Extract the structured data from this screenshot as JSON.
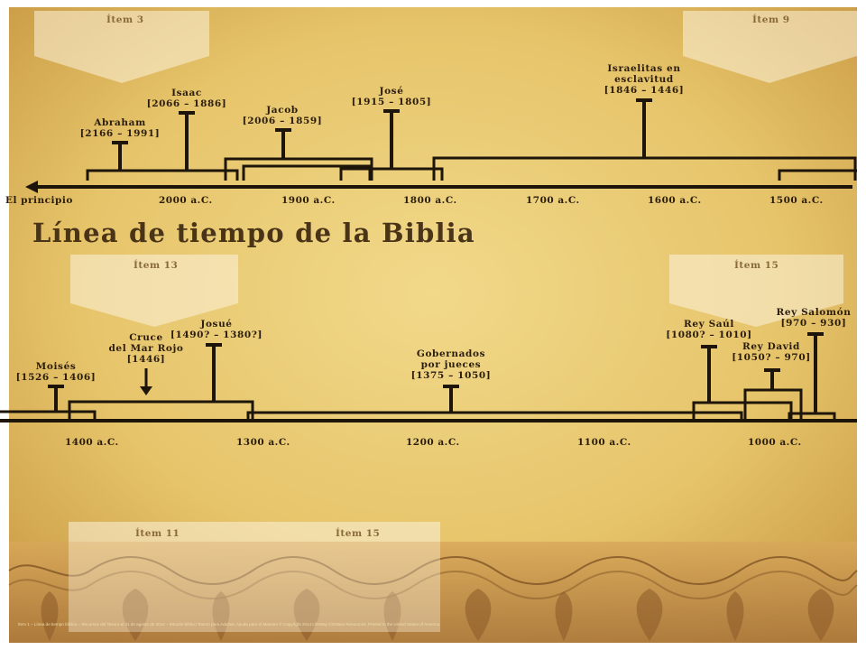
{
  "title": "Línea de tiempo de la Biblia",
  "item_labels": {
    "top_left": "Ítem 3",
    "top_right": "Ítem 9",
    "mid_left": "Ítem 13",
    "mid_right": "Ítem 15",
    "bottom_left": "Ítem 11",
    "bottom_center": "Ítem 15"
  },
  "timeline_top": {
    "ticks": [
      "El principio",
      "2000 a.C.",
      "1900 a.C.",
      "1800 a.C.",
      "1700 a.C.",
      "1600 a.C.",
      "1500 a.C."
    ],
    "events": [
      {
        "name": "Abraham",
        "dates": "[2166 – 1991]"
      },
      {
        "name": "Isaac",
        "dates": "[2066 – 1886]"
      },
      {
        "name": "Jacob",
        "dates": "[2006 – 1859]"
      },
      {
        "name": "José",
        "dates": "[1915 – 1805]"
      },
      {
        "name_line1": "Israelitas en",
        "name_line2": "esclavitud",
        "dates": "[1846 – 1446]"
      }
    ]
  },
  "timeline_bottom": {
    "ticks": [
      "1400 a.C.",
      "1300 a.C.",
      "1200 a.C.",
      "1100 a.C.",
      "1000 a.C."
    ],
    "events": [
      {
        "name": "Moisés",
        "dates": "[1526 – 1406]"
      },
      {
        "name_line1": "Cruce",
        "name_line2": "del Mar Rojo",
        "dates": "[1446]"
      },
      {
        "name": "Josué",
        "dates": "[1490? – 1380?]"
      },
      {
        "name_line1": "Gobernados",
        "name_line2": "por jueces",
        "dates": "[1375 – 1050]"
      },
      {
        "name": "Rey Saúl",
        "dates": "[1080? – 1010]"
      },
      {
        "name": "Rey David",
        "dates": "[1050? – 970]"
      },
      {
        "name": "Rey Salomón",
        "dates": "[970 – 930]"
      }
    ]
  },
  "footer": "Ítem 1 – Línea de tiempo bíblica – Recursos del Tesoro al 31 de agosto de 2014 – Estudio bíblico Tesoro para Adultos, Ayuda para el Maestro © Copyright 2014 LifeWay Christian Resources. Printed in the United States of America.",
  "colors": {
    "parchment": "#e9c870",
    "ink": "#1d1509",
    "item_label": "#8a6a3a",
    "title": "#4a3418"
  }
}
